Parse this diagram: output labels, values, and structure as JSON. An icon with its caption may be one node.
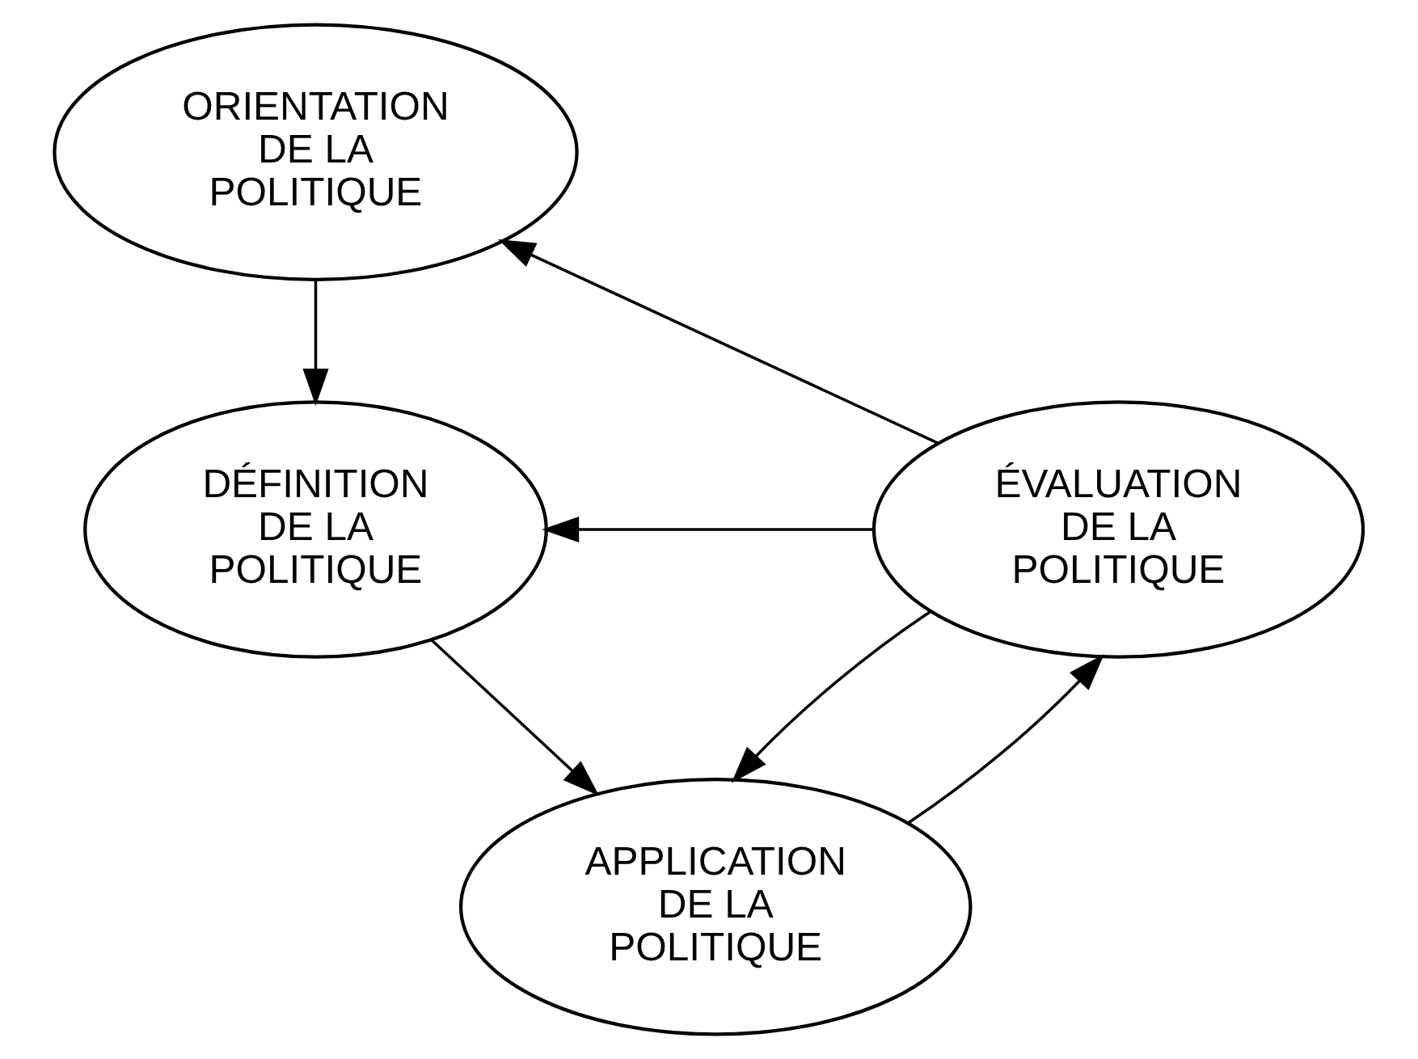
{
  "diagram": {
    "nodes": [
      {
        "text": [
          "ORIENTATION DE LA POLITIQUE"
        ]
      },
      {
        "text": [
          "ÉVALUATION DE LA POLITIQUE"
        ]
      },
      {
        "text": [
          "DÉFINITION DE LA POLITIQUE"
        ]
      },
      {
        "text": [
          "APPLICATION DE LA POLITIQUE"
        ]
      }
    ],
    "edges": [
      {
        "from": 1,
        "to": 0,
        "arrow": "to"
      },
      {
        "from": 0,
        "to": 2,
        "arrow": "to"
      },
      {
        "from": 2,
        "to": 3,
        "arrow": "to"
      },
      {
        "from": 3,
        "to": 1,
        "arrow": "to"
      },
      {
        "from": 1,
        "to": 2,
        "arrow": "to"
      },
      {
        "from": 1,
        "to": 3,
        "arrow": "to"
      }
    ]
  }
}
